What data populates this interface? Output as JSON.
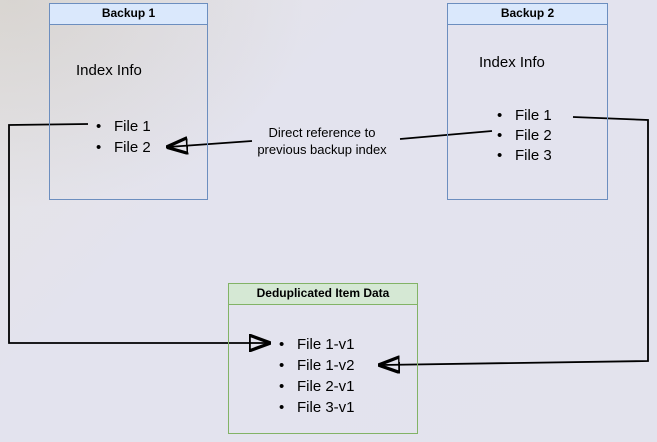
{
  "diagram": {
    "backup1": {
      "title": "Backup 1",
      "subtitle": "Index Info",
      "files": [
        "File 1",
        "File 2"
      ]
    },
    "backup2": {
      "title": "Backup 2",
      "subtitle": "Index Info",
      "files": [
        "File 1",
        "File 2",
        "File 3"
      ]
    },
    "dedup": {
      "title": "Deduplicated Item Data",
      "items": [
        "File 1-v1",
        "File 1-v2",
        "File 2-v1",
        "File 3-v1"
      ]
    },
    "edges": {
      "reference_label": "Direct reference to\nprevious backup index"
    },
    "colors": {
      "blue_fill": "#dae8fc",
      "blue_stroke": "#6c8ebf",
      "green_fill": "#d5e8d4",
      "green_stroke": "#82b366",
      "edge_stroke": "#000000"
    }
  }
}
